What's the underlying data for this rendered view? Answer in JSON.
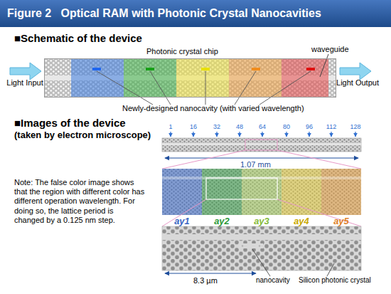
{
  "diagram": {
    "title": "Figure 2   Optical RAM with Photonic Crystal Nanocavities",
    "nodes": [
      {
        "text": [
          "Photonic crystal chip"
        ]
      }
    ],
    "labels": [
      "■Schematic of the device",
      "waveguide",
      "Light Input",
      "Light Output",
      "Newly-designed nanocavity (with varied wavelength)",
      "■Images of the device",
      "(taken by electron microscope)",
      "1",
      "16",
      "32",
      "48",
      "64",
      "80",
      "96",
      "112",
      "128",
      "1.07 mm",
      "ay1",
      "ay2",
      "ay3",
      "ay4",
      "ay5",
      "Note:  The false color image shows that the region with different color has different operation wavelength. For doing so, the lattice period is changed by a 0.125 nm step.",
      "8.3 µm",
      "nanocavity",
      "Silicon photonic crystal"
    ]
  }
}
